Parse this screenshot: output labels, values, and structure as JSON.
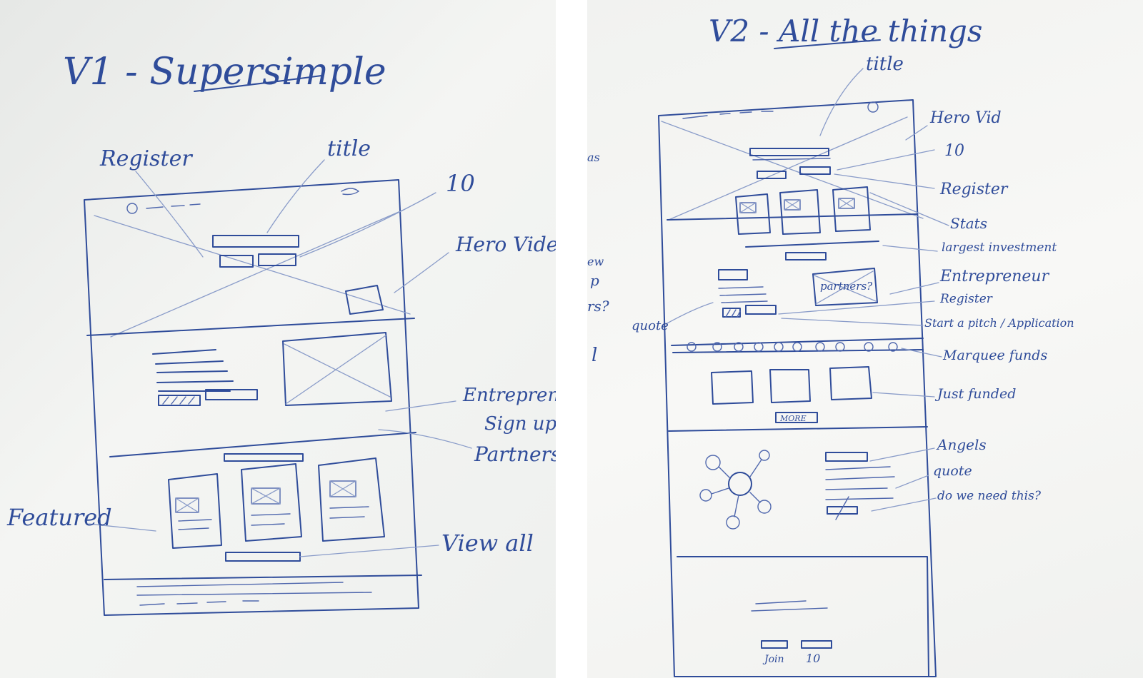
{
  "left_board": {
    "heading": "V1 - Supersimple",
    "labels": {
      "register": "Register",
      "title": "title",
      "io": "10",
      "hero_video": "Hero Video",
      "entrepreneur": "Entrepreneur",
      "sign_up": "Sign up",
      "partners": "Partners?",
      "featured": "Featured",
      "view_all": "View all"
    }
  },
  "right_board": {
    "heading": "V2 - All the things",
    "labels": {
      "title": "title",
      "hero_vid": "Hero Vid",
      "io": "10",
      "register": "Register",
      "stats": "Stats",
      "largest_investment": "largest investment",
      "entrepreneur": "Entrepreneur",
      "register_2": "Register",
      "start_pitch": "Start a pitch / Application",
      "quote": "quote",
      "marquee": "Marquee funds",
      "just_funded": "Just funded",
      "more": "MORE",
      "angels": "Angels",
      "quote_2": "quote",
      "do_we_need": "do we need this?",
      "partners_q": "partners?",
      "join": "Join",
      "io_2": "10"
    },
    "edge_fragments": [
      "as",
      "ew",
      "p",
      "rs?",
      "l"
    ]
  },
  "colors": {
    "ink": "#2f4c9a",
    "board": "#f2f3f1"
  }
}
